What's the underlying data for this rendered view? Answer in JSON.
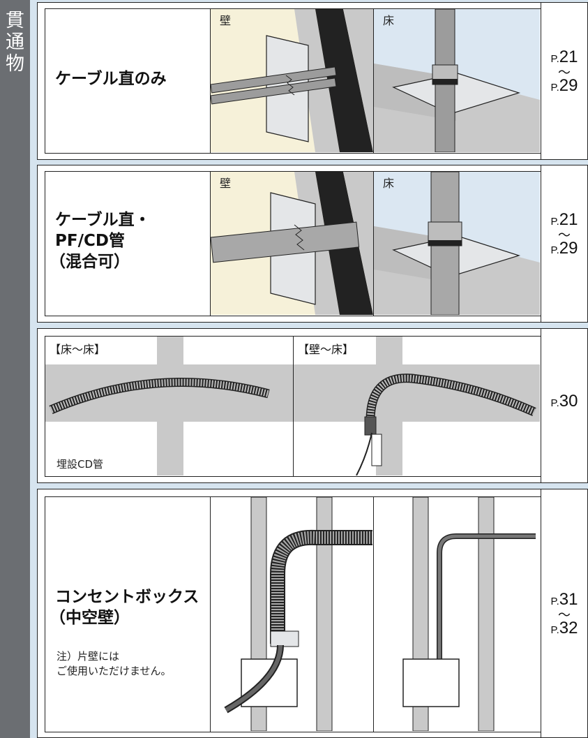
{
  "side_tab": {
    "chars": [
      "貫",
      "通",
      "物"
    ]
  },
  "rows": [
    {
      "title_lines": [
        "ケーブル直のみ"
      ],
      "wall_label": "壁",
      "floor_label": "床",
      "ref": {
        "start_prefix": "P.",
        "start_num": "21",
        "tilde": "〜",
        "end_prefix": "P.",
        "end_num": "29"
      }
    },
    {
      "title_lines": [
        "ケーブル直・",
        "PF/CD管",
        "（混合可）"
      ],
      "wall_label": "壁",
      "floor_label": "床",
      "ref": {
        "start_prefix": "P.",
        "start_num": "21",
        "tilde": "〜",
        "end_prefix": "P.",
        "end_num": "29"
      }
    },
    {
      "left_label": "【床〜床】",
      "right_label": "【壁〜床】",
      "bottom_note": "埋設CD管",
      "ref": {
        "prefix": "P.",
        "num": "30"
      }
    },
    {
      "title_lines": [
        "コンセントボックス",
        "（中空壁）"
      ],
      "note_lines": [
        "注）片壁には",
        "ご使用いただけません。"
      ],
      "ref": {
        "start_prefix": "P.",
        "start_num": "31",
        "tilde": "〜",
        "end_prefix": "P.",
        "end_num": "32"
      }
    }
  ],
  "colors": {
    "side_tab": "#6b6e72",
    "page_bg": "#d6e4ef",
    "wall_cream": "#f6f1d9",
    "sky_blue": "#dbe7f2",
    "concrete": "#c9c9c9",
    "dark": "#2a2a2a"
  }
}
